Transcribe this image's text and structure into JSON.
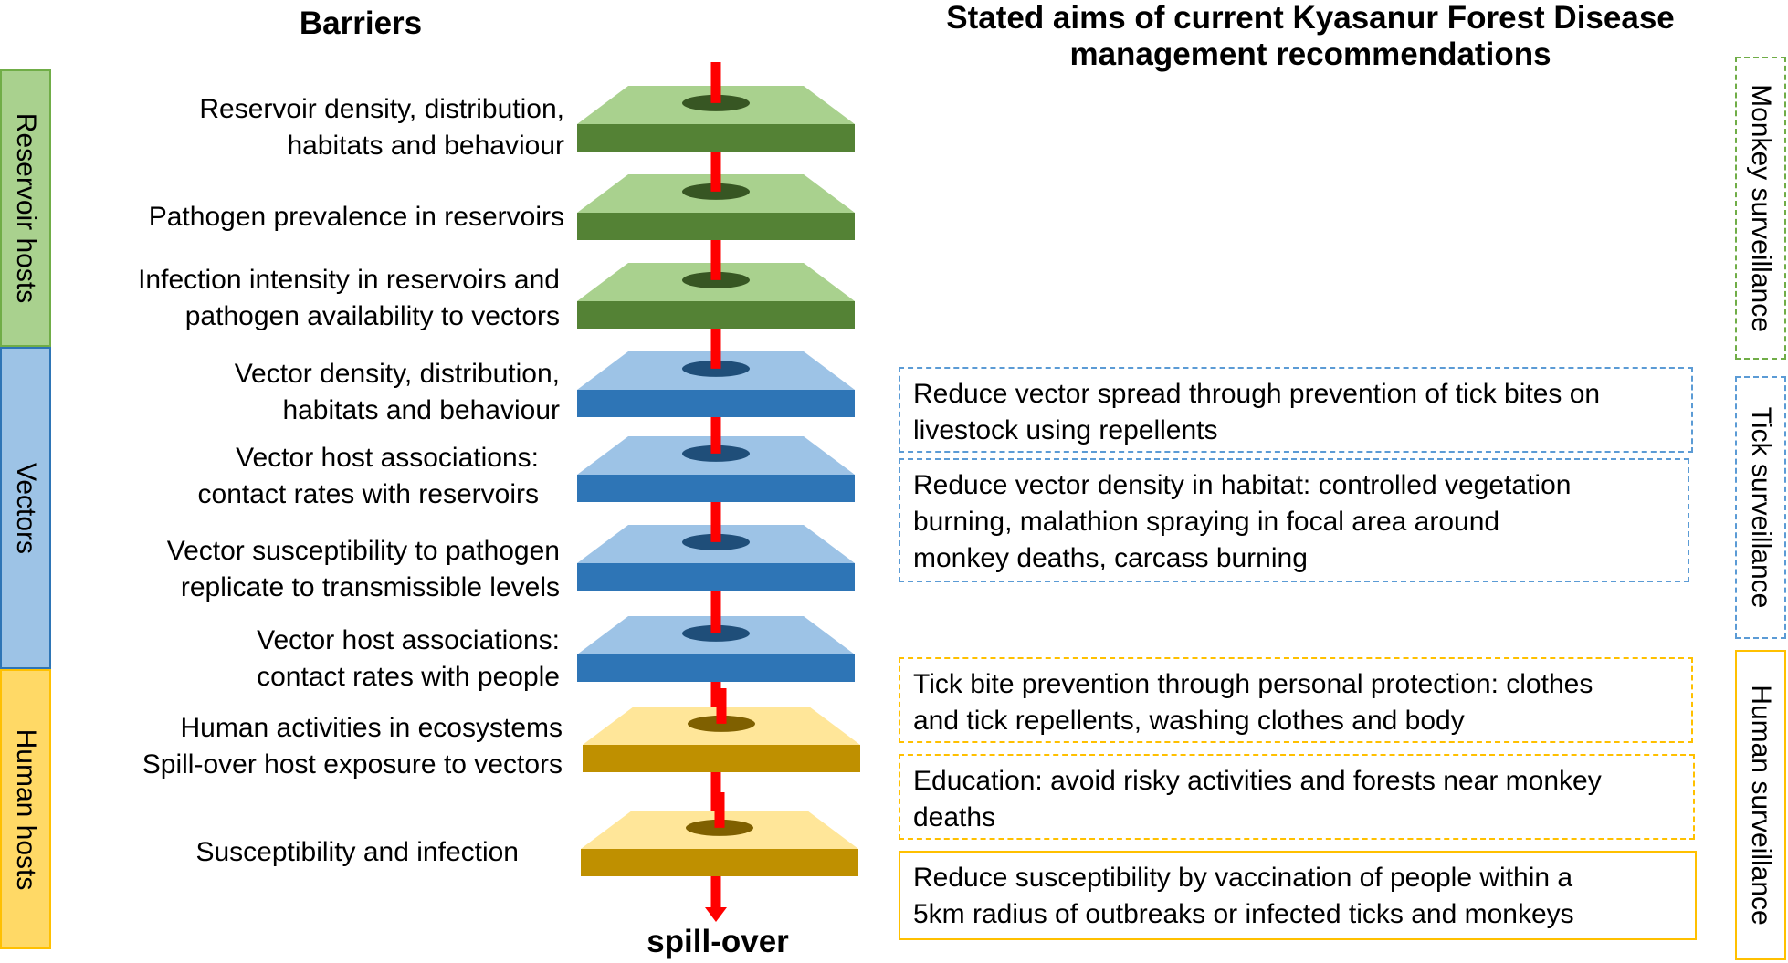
{
  "headers": {
    "barriers": "Barriers",
    "aims": "Stated aims of current Kyasanur Forest Disease management recommendations"
  },
  "bands": [
    {
      "label": "Reservoir hosts",
      "fill": "#a9d18e",
      "border": "#70ad47"
    },
    {
      "label": "Vectors",
      "fill": "#9dc3e6",
      "border": "#2e75b6"
    },
    {
      "label": "Human hosts",
      "fill": "#ffd966",
      "border": "#ffc000"
    }
  ],
  "barriers": [
    {
      "text": "Reservoir density, distribution,\nhabitats and behaviour",
      "group": "reservoir"
    },
    {
      "text": "Pathogen prevalence in reservoirs",
      "group": "reservoir"
    },
    {
      "text": "Infection intensity in reservoirs and\npathogen availability to vectors",
      "group": "reservoir"
    },
    {
      "text": "Vector density, distribution,\nhabitats and behaviour",
      "group": "vector"
    },
    {
      "text": "Vector host associations:\ncontact rates with reservoirs",
      "group": "vector"
    },
    {
      "text": "Vector susceptibility to pathogen\nreplicate to transmissible levels",
      "group": "vector"
    },
    {
      "text": "Vector host associations:\ncontact rates with people",
      "group": "vector"
    },
    {
      "text": "Human activities in ecosystems\nSpill-over host exposure to vectors",
      "group": "human"
    },
    {
      "text": "Susceptibility and infection",
      "group": "human"
    }
  ],
  "plate_colors": {
    "reservoir": {
      "top": "#a9d18e",
      "side": "#548235",
      "hole": "#375623"
    },
    "vector": {
      "top": "#9dc3e6",
      "side": "#2e75b6",
      "hole": "#1f4e79"
    },
    "human": {
      "top": "#ffe699",
      "side": "#bf9000",
      "hole": "#7f6000"
    }
  },
  "spillover": "spill-over",
  "arrow_color": "#ff0000",
  "aims": [
    {
      "text": "Reduce vector spread through prevention of tick bites on\nlivestock using repellents",
      "style": "dashed",
      "color": "#5b9bd5"
    },
    {
      "text": "Reduce vector density in habitat: controlled vegetation\nburning, malathion spraying in focal area around\nmonkey deaths, carcass burning",
      "style": "dashed",
      "color": "#5b9bd5"
    },
    {
      "text": "Tick bite prevention through personal protection: clothes\nand tick repellents, washing clothes and body",
      "style": "dashed",
      "color": "#ffc000"
    },
    {
      "text": "Education: avoid risky activities and forests near monkey\ndeaths",
      "style": "dashed",
      "color": "#ffc000"
    },
    {
      "text": "Reduce susceptibility by vaccination of people within a\n5km radius of outbreaks or infected ticks and monkeys",
      "style": "solid",
      "color": "#ffc000"
    }
  ],
  "surveillance": [
    {
      "label": "Monkey surveillance",
      "style": "dashed",
      "color": "#70ad47"
    },
    {
      "label": "Tick surveillance",
      "style": "dashed",
      "color": "#5b9bd5"
    },
    {
      "label": "Human surveillance",
      "style": "solid",
      "color": "#ffc000"
    }
  ]
}
